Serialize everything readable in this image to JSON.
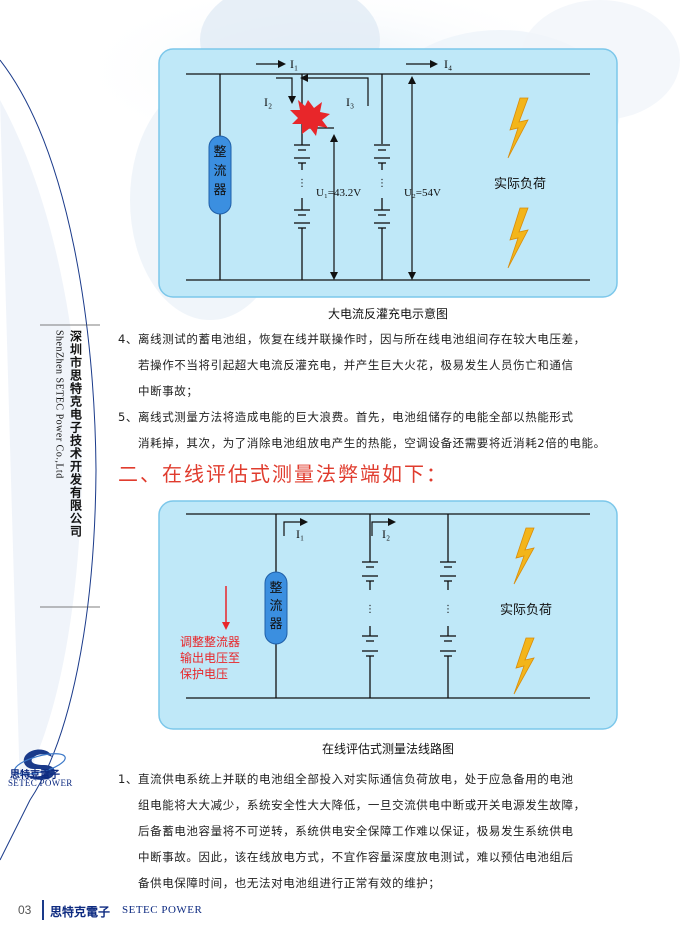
{
  "sidebar": {
    "company_cn": "深圳市思特克电子技术开发有限公司",
    "company_en": "ShenZhen SETEC Power Co.,Ltd",
    "logo_cn": "思特克電子",
    "logo_en": "SETEC POWER"
  },
  "diagram1": {
    "rectifier": "整流器",
    "current_i1": "I₁",
    "current_i2": "I₂",
    "current_i3": "I₃",
    "current_i4": "I₄",
    "voltage_u1": "U₁=43.2V",
    "voltage_u2": "U₂=54V",
    "load": "实际负荷",
    "caption": "大电流反灌充电示意图"
  },
  "paragraph_a": {
    "items": [
      {
        "num": "4、",
        "lines": [
          "离线测试的蓄电池组，恢复在线并联操作时，因与所在线电池组间存在较大电压差，",
          "若操作不当将引起超大电流反灌充电，并产生巨大火花，极易发生人员伤亡和通信",
          "中断事故；"
        ]
      },
      {
        "num": "5、",
        "lines": [
          "离线式测量方法将造成电能的巨大浪费。首先，电池组储存的电能全部以热能形式",
          "消耗掉，其次，为了消除电池组放电产生的热能，空调设备还需要将近消耗2倍的电能。"
        ]
      }
    ]
  },
  "section_title": "二、在线评估式测量法弊端如下：",
  "diagram2": {
    "rectifier": "整流器",
    "current_i1": "I₁",
    "current_i2": "I₂",
    "note_line1": "调整整流器",
    "note_line2": "输出电压至",
    "note_line3": "保护电压",
    "load": "实际负荷",
    "caption": "在线评估式测量法线路图"
  },
  "paragraph_b": {
    "num": "1、",
    "lines": [
      "直流供电系统上并联的电池组全部投入对实际通信负荷放电，处于应急备用的电池",
      "组电能将大大减少，系统安全性大大降低，一旦交流供电中断或开关电源发生故障，",
      "后备蓄电池容量将不可逆转，系统供电安全保障工作难以保证，极易发生系统供电",
      "中断事故。因此，该在线放电方式，不宜作容量深度放电测试，难以预估电池组后",
      "备供电保障时间，也无法对电池组进行正常有效的维护；"
    ]
  },
  "footer": {
    "page_number": "03",
    "brand_cn": "思特克電子",
    "brand_en": "SETEC POWER"
  },
  "colors": {
    "diagram_bg": "#bfe8f8",
    "diagram_border": "#7cc7ea",
    "rectifier_fill": "#3b8fe0",
    "spark_red": "#e8262a",
    "bolt_yellow": "#f3b51a",
    "title_red": "#e03c2e",
    "brand_blue": "#0d2a80"
  }
}
